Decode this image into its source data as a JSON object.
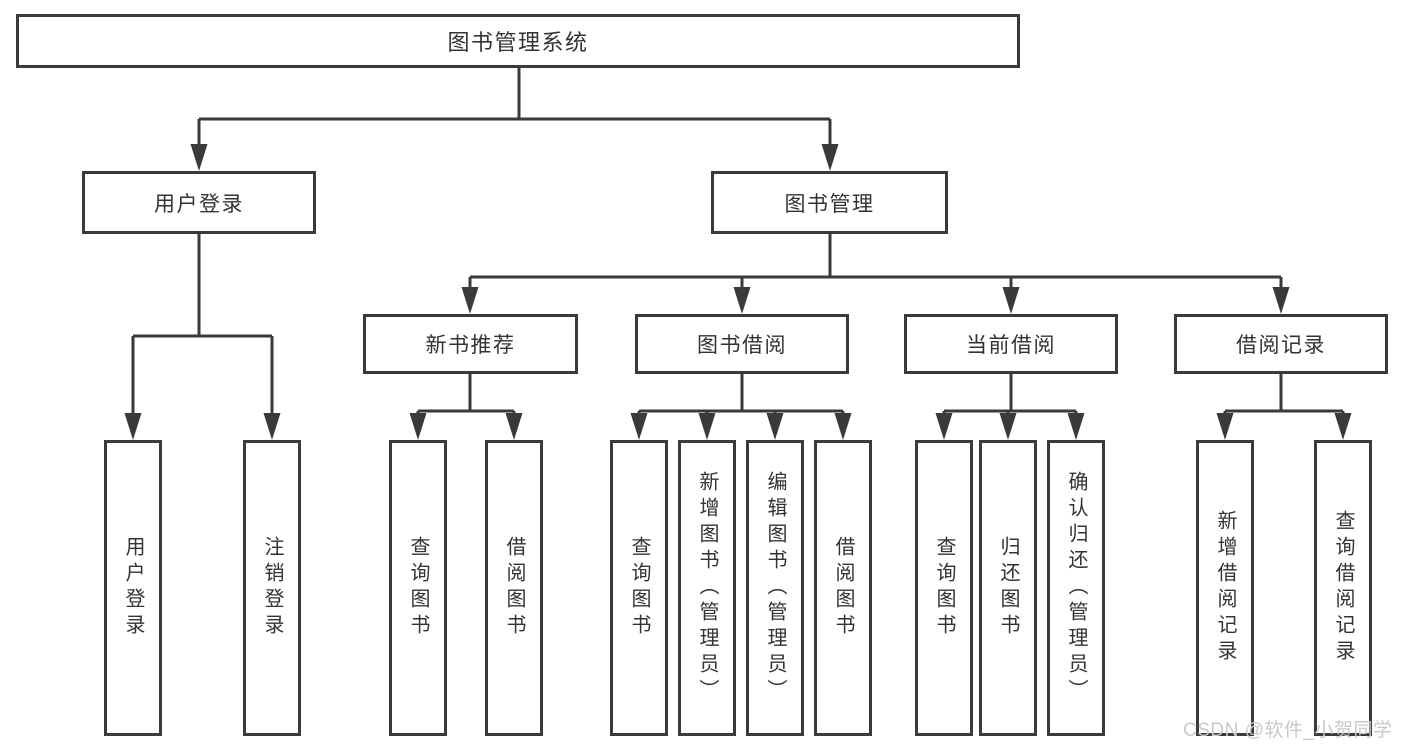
{
  "diagram": {
    "root": {
      "label": "图书管理系统",
      "children": [
        {
          "label": "用户登录",
          "children": [
            {
              "label": "用户登录"
            },
            {
              "label": "注销登录"
            }
          ]
        },
        {
          "label": "图书管理",
          "children": [
            {
              "label": "新书推荐",
              "children": [
                {
                  "label": "查询图书"
                },
                {
                  "label": "借阅图书"
                }
              ]
            },
            {
              "label": "图书借阅",
              "children": [
                {
                  "label": "查询图书"
                },
                {
                  "label": "新增图书（管理员）"
                },
                {
                  "label": "编辑图书（管理员）"
                },
                {
                  "label": "借阅图书"
                }
              ]
            },
            {
              "label": "当前借阅",
              "children": [
                {
                  "label": "查询图书"
                },
                {
                  "label": "归还图书"
                },
                {
                  "label": "确认归还（管理员）"
                }
              ]
            },
            {
              "label": "借阅记录",
              "children": [
                {
                  "label": "新增借阅记录"
                },
                {
                  "label": "查询借阅记录"
                }
              ]
            }
          ]
        }
      ]
    }
  },
  "watermark": {
    "text": "CSDN @软件_小贺同学",
    "color": "#c9c9c9"
  },
  "colors": {
    "line": "#3a3a3a",
    "box_background": "#ffffff",
    "text": "#333333"
  }
}
